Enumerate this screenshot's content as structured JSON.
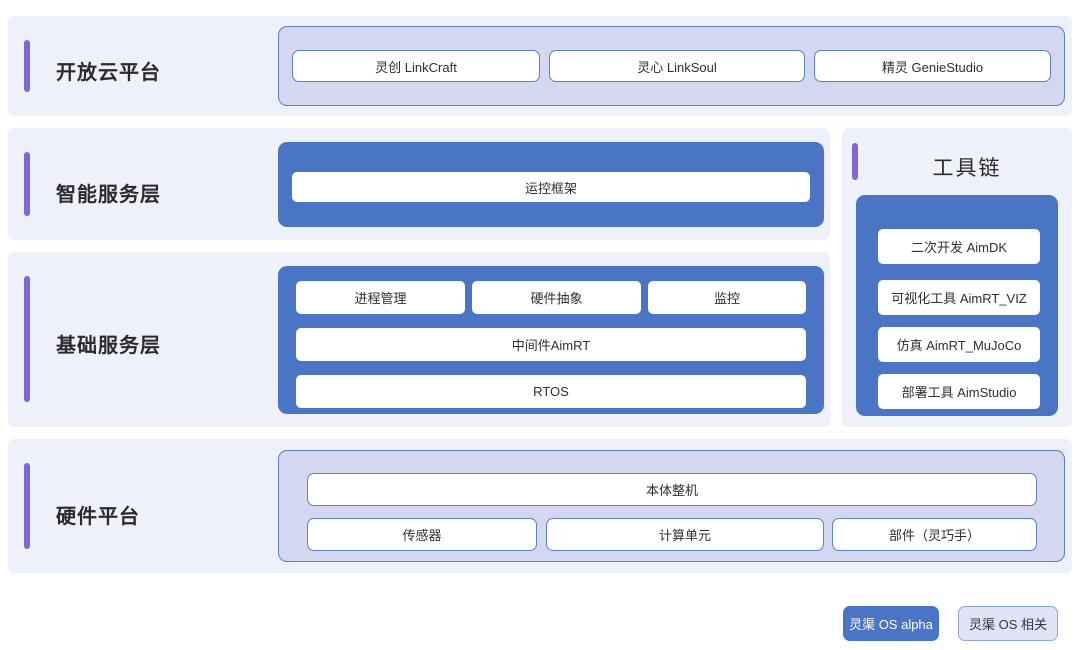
{
  "colors": {
    "row_background": "#eef1fa",
    "accent_purple": "#8167d4",
    "primary_blue": "#4a75c4",
    "light_panel": "#d3d7ef",
    "chip_white": "#ffffff",
    "chip_border": "#5b7fcc",
    "legend_light_bg": "#dfe3f4"
  },
  "layers": [
    {
      "title": "开放云平台",
      "container_style": "light",
      "items": [
        "灵创 LinkCraft",
        "灵心 LinkSoul",
        "精灵 GenieStudio"
      ]
    },
    {
      "title": "智能服务层",
      "container_style": "blue",
      "items": [
        "运控框架"
      ]
    },
    {
      "title": "基础服务层",
      "container_style": "blue",
      "row1": [
        "进程管理",
        "硬件抽象",
        "监控"
      ],
      "row2": "中间件AimRT",
      "row3": "RTOS"
    },
    {
      "title": "硬件平台",
      "container_style": "light",
      "row1": "本体整机",
      "row2": [
        "传感器",
        "计算单元",
        "部件（灵巧手）"
      ]
    }
  ],
  "toolchain": {
    "title": "工具链",
    "items": [
      "二次开发 AimDK",
      "可视化工具 AimRT_VIZ",
      "仿真 AimRT_MuJoCo",
      "部署工具 AimStudio"
    ]
  },
  "legend": [
    {
      "label": "灵渠 OS alpha",
      "style": "solid"
    },
    {
      "label": "灵渠 OS 相关",
      "style": "light"
    }
  ]
}
